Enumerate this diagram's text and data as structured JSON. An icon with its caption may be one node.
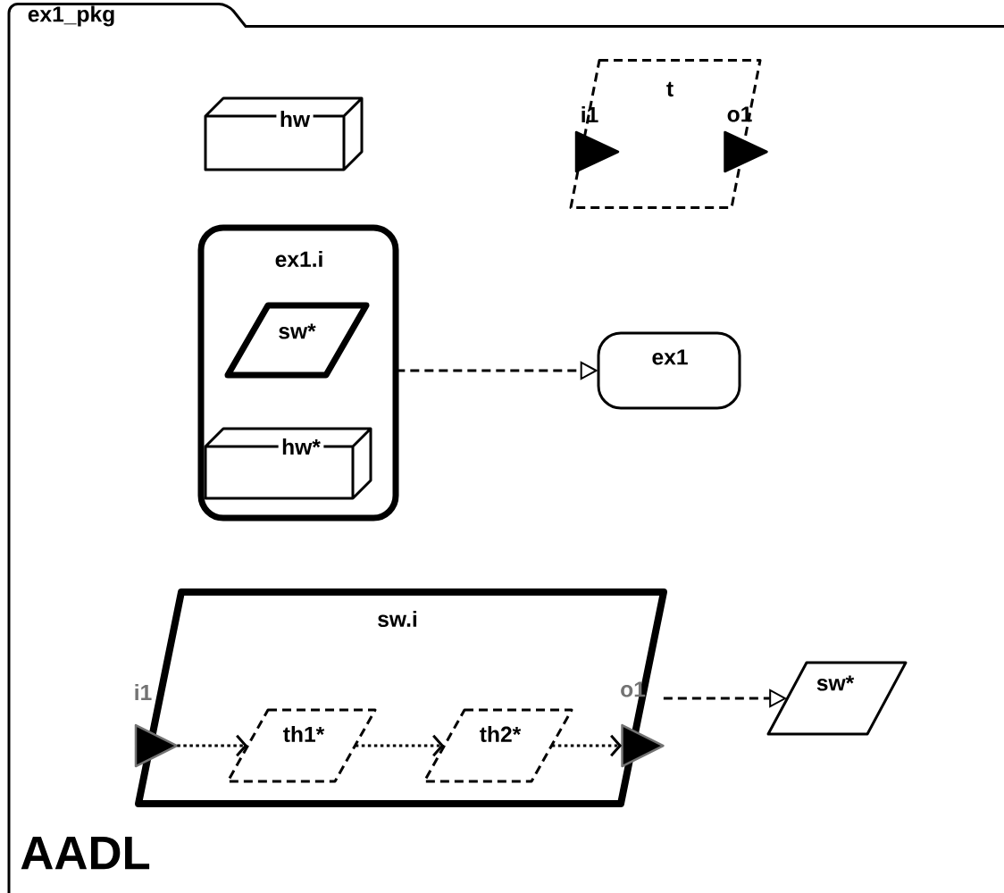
{
  "diagram": {
    "nodes": [
      {
        "text": [
          "ex1_pkg"
        ]
      },
      {
        "text": [
          "hw"
        ],
        "in": 0
      },
      {
        "text": [
          "t"
        ],
        "in": 0
      },
      {
        "text": [
          "i1"
        ],
        "in": 2
      },
      {
        "text": [
          "o1"
        ],
        "in": 2
      },
      {
        "text": [
          "ex1.i"
        ],
        "in": 0
      },
      {
        "text": [
          "sw*"
        ],
        "in": 5
      },
      {
        "text": [
          "hw*"
        ],
        "in": 5
      },
      {
        "text": [
          "ex1"
        ],
        "in": 0
      },
      {
        "text": [
          "sw.i"
        ],
        "in": 0
      },
      {
        "text": [
          "i1"
        ],
        "in": 9
      },
      {
        "text": [
          "th1*"
        ],
        "in": 9
      },
      {
        "text": [
          "th2*"
        ],
        "in": 9
      },
      {
        "text": [
          "o1"
        ],
        "in": 9
      },
      {
        "text": [
          "sw*"
        ],
        "in": 0
      }
    ],
    "edges": [
      {
        "from": 5,
        "to": 8,
        "arrow": "to",
        "style": "dashed"
      },
      {
        "from": 13,
        "to": 14,
        "arrow": "to",
        "style": "dashed"
      },
      {
        "from": 10,
        "to": 11,
        "arrow": "to"
      },
      {
        "from": 11,
        "to": 12,
        "arrow": "to"
      },
      {
        "from": 12,
        "to": 13,
        "arrow": "to"
      }
    ],
    "labels": [
      "AADL"
    ]
  }
}
